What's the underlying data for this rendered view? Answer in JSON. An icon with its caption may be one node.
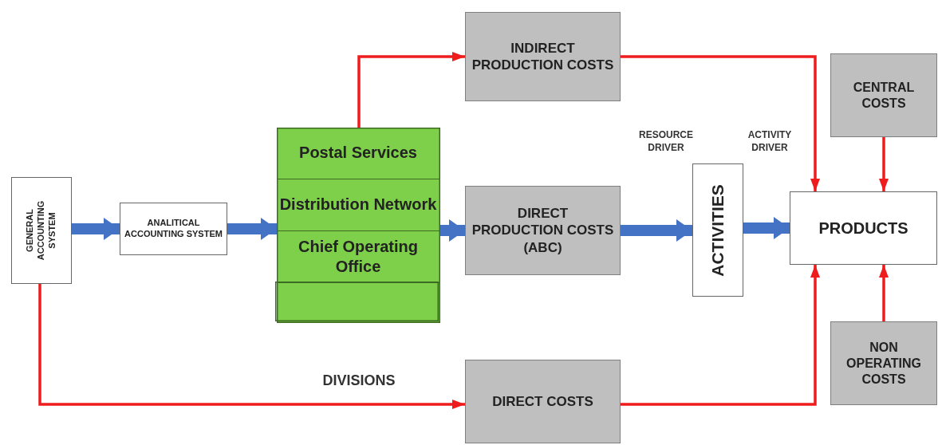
{
  "diagram": {
    "nodes": [
      {
        "text": [
          "GENERAL ACCOUNTING SYSTEM"
        ]
      },
      {
        "text": [
          "ANALITICAL ACCOUNTING SYSTEM"
        ]
      },
      {
        "text": [],
        "shape": "box"
      },
      {
        "text": [
          "Postal Services"
        ],
        "in": 2
      },
      {
        "text": [
          "Distribution Network"
        ],
        "in": 2
      },
      {
        "text": [
          "Chief Operating Office"
        ],
        "in": 2
      },
      {
        "text": [],
        "shape": "box",
        "in": 2
      },
      {
        "text": [
          "INDIRECT PRODUCTION COSTS"
        ]
      },
      {
        "text": [
          "DIRECT PRODUCTION COSTS (ABC)"
        ]
      },
      {
        "text": [
          "ACTIVITIES"
        ]
      },
      {
        "text": [
          "PRODUCTS"
        ]
      },
      {
        "text": [
          "CENTRAL COSTS"
        ]
      },
      {
        "text": [
          "NON OPERATING COSTS"
        ]
      },
      {
        "text": [
          "DIRECT COSTS"
        ]
      }
    ],
    "edges": [
      {
        "from": 0,
        "to": 1,
        "arrow": "to",
        "style": "thick",
        "color": "#4472c4"
      },
      {
        "from": 1,
        "to": 2,
        "arrow": "to",
        "style": "thick",
        "color": "#4472c4"
      },
      {
        "from": 2,
        "to": 8,
        "arrow": "to",
        "style": "thick",
        "color": "#4472c4"
      },
      {
        "from": 8,
        "to": 9,
        "arrow": "to",
        "style": "thick",
        "color": "#4472c4"
      },
      {
        "from": 9,
        "to": 10,
        "arrow": "to",
        "style": "thick",
        "color": "#4472c4"
      },
      {
        "from": 2,
        "to": 7,
        "arrow": "to"
      },
      {
        "from": 7,
        "to": 10,
        "arrow": "to"
      },
      {
        "from": 11,
        "to": 10,
        "arrow": "to"
      },
      {
        "from": 12,
        "to": 10,
        "arrow": "to"
      },
      {
        "from": 0,
        "to": 13,
        "arrow": "to"
      },
      {
        "from": 13,
        "to": 10,
        "arrow": "to"
      }
    ],
    "labels": [
      "RESOURCE DRIVER",
      "ACTIVITY DRIVER",
      "DIVISIONS"
    ]
  }
}
